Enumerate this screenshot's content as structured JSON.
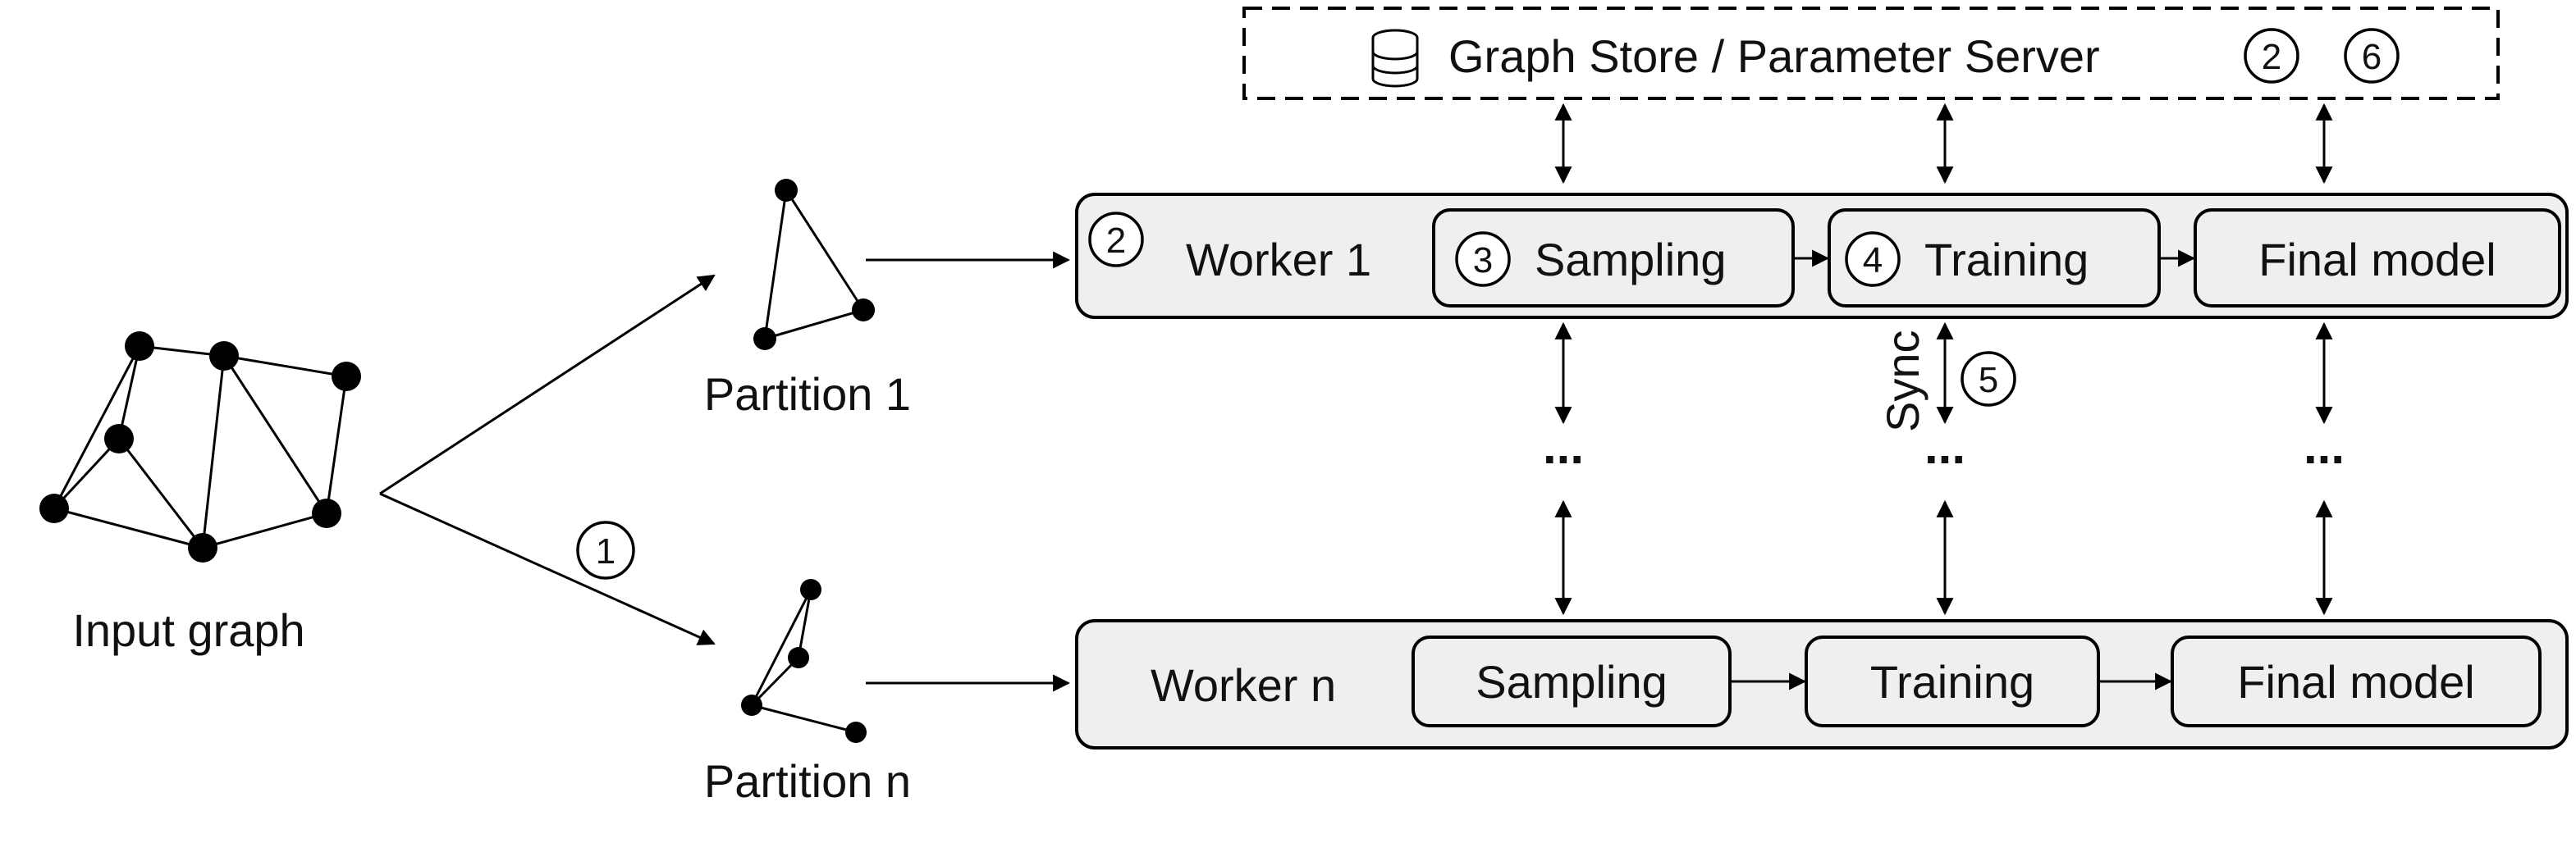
{
  "store": {
    "label": "Graph Store / Parameter Server",
    "badges": [
      "2",
      "6"
    ]
  },
  "input_graph": {
    "label": "Input graph"
  },
  "partitions": [
    {
      "label": "Partition 1"
    },
    {
      "label": "Partition n"
    }
  ],
  "partition_step": "1",
  "workers": [
    {
      "badge": "2",
      "label": "Worker 1",
      "stages": [
        {
          "badge": "3",
          "label": "Sampling"
        },
        {
          "badge": "4",
          "label": "Training"
        },
        {
          "badge": "",
          "label": "Final model"
        }
      ]
    },
    {
      "badge": "",
      "label": "Worker n",
      "stages": [
        {
          "badge": "",
          "label": "Sampling"
        },
        {
          "badge": "",
          "label": "Training"
        },
        {
          "badge": "",
          "label": "Final model"
        }
      ]
    }
  ],
  "sync": {
    "label": "Sync",
    "badge": "5"
  },
  "ellipsis": "..."
}
